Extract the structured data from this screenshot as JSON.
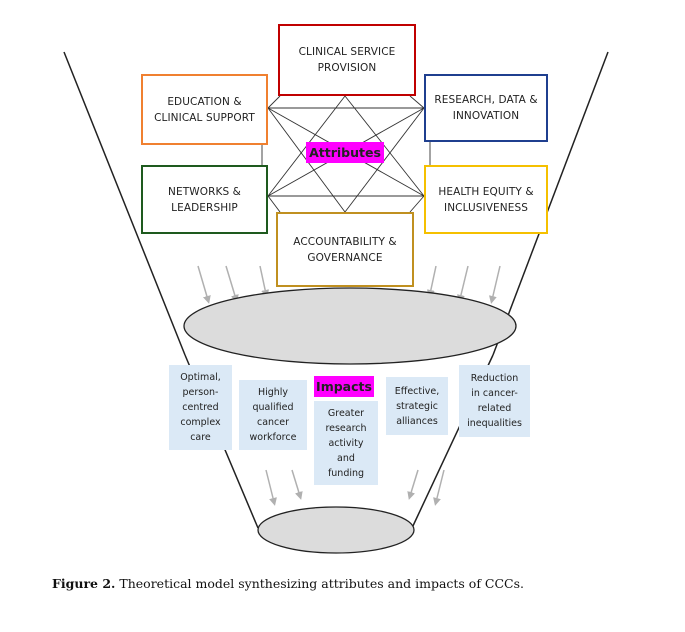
{
  "attributes": {
    "label": "Attributes",
    "clinical_service": "CLINICAL SERVICE\nPROVISION",
    "education": "EDUCATION &\nCLINICAL SUPPORT",
    "research": "RESEARCH, DATA &\nINNOVATION",
    "networks": "NETWORKS &\nLEADERSHIP",
    "health_equity": "HEALTH EQUITY &\nINCLUSIVENESS",
    "accountability": "ACCOUNTABILITY &\nGOVERNANCE"
  },
  "impacts": {
    "label": "Impacts",
    "items": [
      "Optimal,\nperson-\ncentred\ncomplex\ncare",
      "Highly\nqualified\ncancer\nworkforce",
      "Greater\nresearch\nactivity\nand\nfunding",
      "Effective,\nstrategic\nalliances",
      "Reduction\nin cancer-\nrelated\ninequalities"
    ]
  },
  "colors": {
    "clinical_service": "#c00000",
    "education": "#f08030",
    "research": "#1f3f8f",
    "networks": "#1e5a1e",
    "health_equity": "#f5c000",
    "accountability": "#c09020",
    "tag": "#ff00ff",
    "impact_fill": "#dbe9f6",
    "ellipse_fill": "#dcdcdc"
  },
  "caption": {
    "label": "Figure 2.",
    "text": " Theoretical model synthesizing attributes and impacts of CCCs."
  }
}
